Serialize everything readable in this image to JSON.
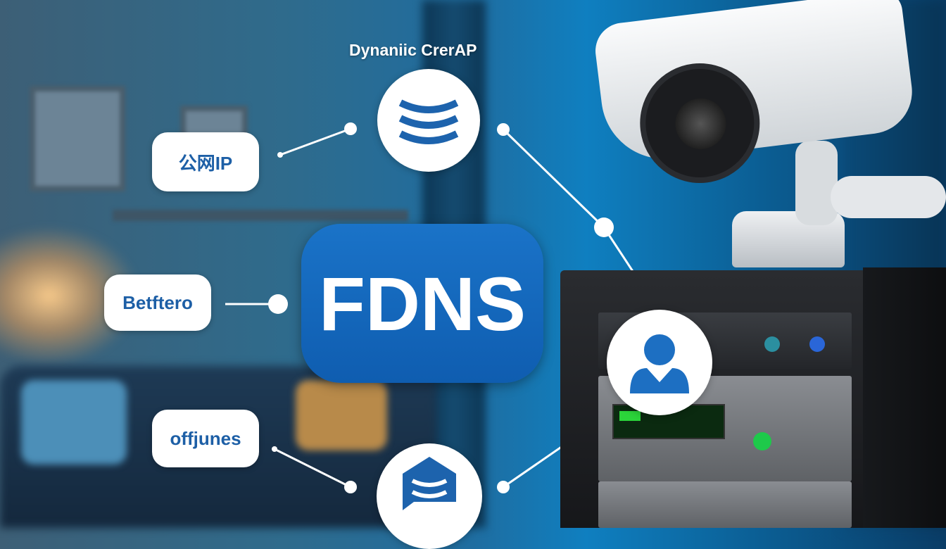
{
  "title": "Dynaniic CrerAP",
  "center_label": "FDNS",
  "labels": {
    "public_ip": "公网IP",
    "left_mid": "Betftero",
    "left_bottom": "offjunes"
  },
  "icons": [
    "layers-icon",
    "user-icon",
    "message-icon",
    "camera-icon",
    "server-rack-icon"
  ],
  "colors": {
    "accent": "#1a6fc4",
    "text_blue": "#1d5fa6"
  }
}
